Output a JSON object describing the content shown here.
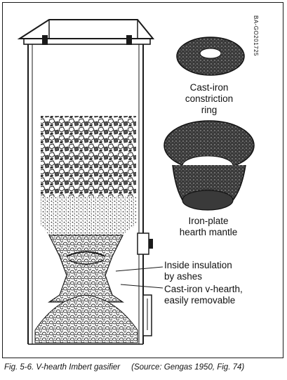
{
  "figure": {
    "doc_code": "BA-GO201725",
    "caption": "Fig. 5-6.  V-hearth Imbert gasifier",
    "source": "(Source: Gengas 1950, Fig. 74)"
  },
  "labels": {
    "ring_line1": "Cast-iron",
    "ring_line2": "constriction",
    "ring_line3": "ring",
    "mantle_line1": "Iron-plate",
    "mantle_line2": "hearth mantle",
    "insulation_line1": "Inside insulation",
    "insulation_line2": "by ashes",
    "vhearth_line1": "Cast-iron v-hearth,",
    "vhearth_line2": "easily removable"
  },
  "colors": {
    "ink": "#1a1a1a",
    "dark_fill": "#2e2e2e",
    "mid_fill": "#6a6a6a",
    "paper": "#ffffff"
  }
}
